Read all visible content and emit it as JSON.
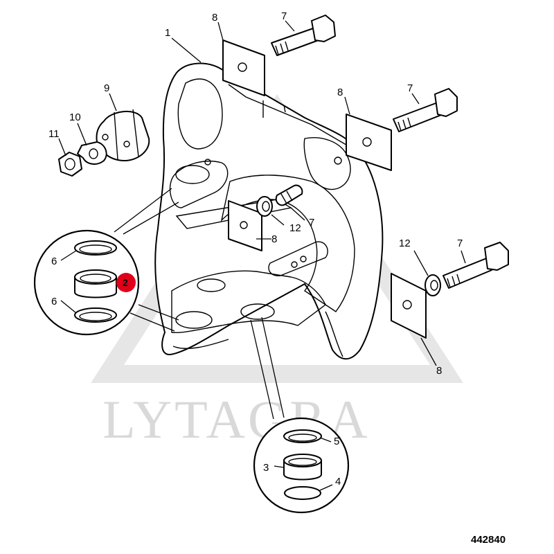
{
  "watermark": "LYTAGRA",
  "reference_number": "442840",
  "highlight": {
    "label": "2",
    "color": "#e0001a"
  },
  "callouts": {
    "c1": "1",
    "c3": "3",
    "c4": "4",
    "c5": "5",
    "c6a": "6",
    "c6b": "6",
    "c7a": "7",
    "c7b": "7",
    "c7c": "7",
    "c7d": "7",
    "c8a": "8",
    "c8b": "8",
    "c8c": "8",
    "c8d": "8",
    "c9": "9",
    "c10": "10",
    "c11": "11",
    "c12a": "12",
    "c12b": "12"
  }
}
